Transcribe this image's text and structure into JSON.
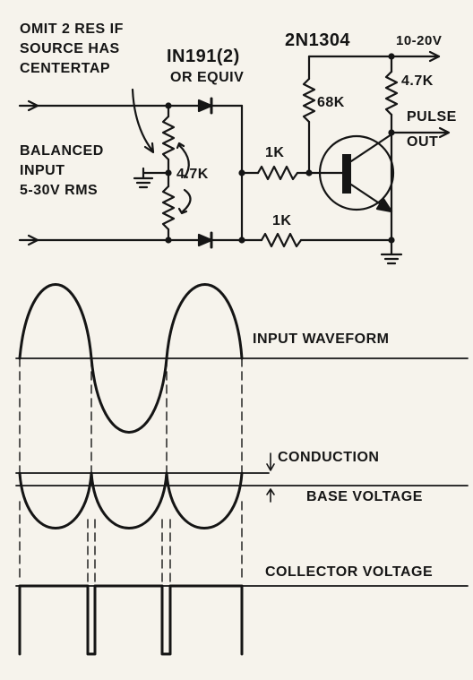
{
  "labels": {
    "note": [
      "OMIT 2 RES IF",
      "SOURCE HAS",
      "CENTERTAP"
    ],
    "diode": "IN191(2)",
    "diode_alt": "OR EQUIV",
    "transistor": "2N1304",
    "supply": "10-20V",
    "r_collector": "4.7K",
    "r_base": "68K",
    "pulse_out": [
      "PULSE",
      "OUT"
    ],
    "balanced_input": [
      "BALANCED",
      "INPUT",
      "5-30V RMS"
    ],
    "pot": "4.7K",
    "r_upper": "1K",
    "r_lower": "1K",
    "input_waveform": "INPUT WAVEFORM",
    "conduction": "CONDUCTION",
    "base_voltage": "BASE VOLTAGE",
    "collector_voltage": "COLLECTOR VOLTAGE"
  },
  "colors": {
    "ink": "#151515",
    "paper": "#f6f3ec"
  }
}
